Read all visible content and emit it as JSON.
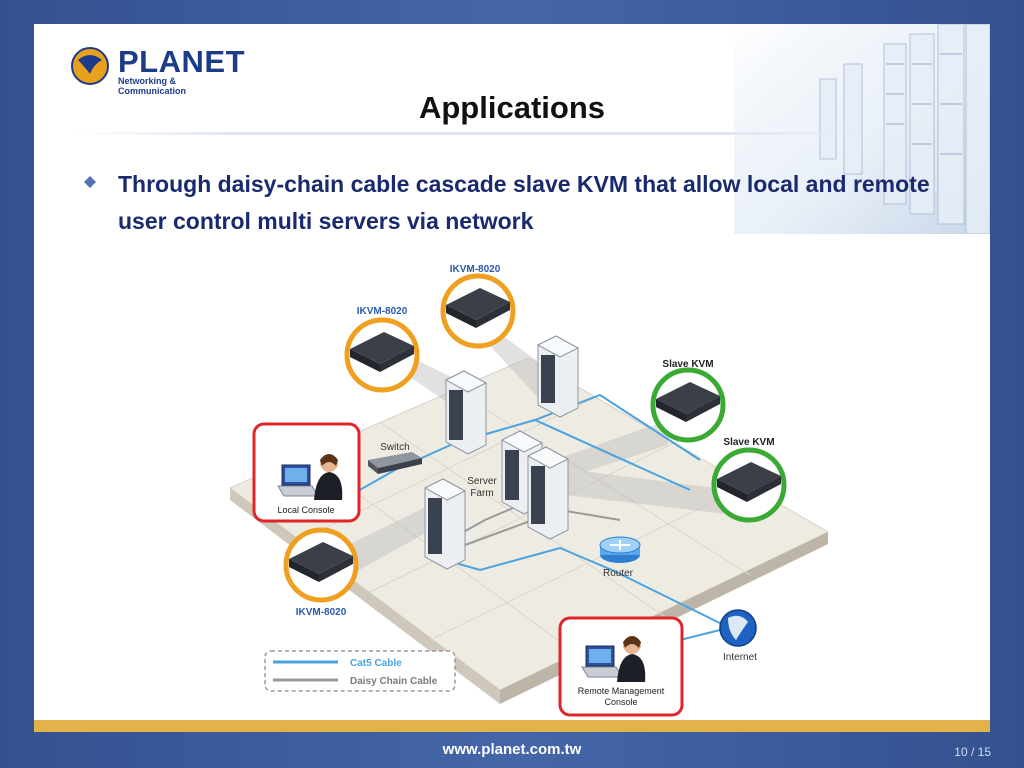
{
  "logo": {
    "name": "PLANET",
    "tagline": "Networking & Communication"
  },
  "title": "Applications",
  "bullet_text": "Through daisy-chain cable cascade slave KVM that allow local and remote user control multi servers via network",
  "diagram": {
    "ikvm_top": "IKVM-8020",
    "ikvm_left": "IKVM-8020",
    "ikvm_bottom": "IKVM-8020",
    "slave_kvm_1": "Slave KVM",
    "slave_kvm_2": "Slave KVM",
    "switch": "Switch",
    "server_farm_line1": "Server",
    "server_farm_line2": "Farm",
    "local_console": "Local Console",
    "router": "Router",
    "internet": "Internet",
    "remote_line1": "Remote Management",
    "remote_line2": "Console",
    "legend_cat5": "Cat5 Cable",
    "legend_daisy": "Daisy Chain Cable"
  },
  "footer": {
    "url": "www.planet.com.tw",
    "page": "10 / 15"
  },
  "colors": {
    "background": "#34518f",
    "accent_bar": "#e3b24a",
    "title_text": "#1a2a6e",
    "ikvm_ring": "#f0a020",
    "slave_ring": "#3aaa35",
    "console_frame": "#e0242a",
    "cat5": "#4aa3e0",
    "daisy": "#9a9a9a"
  }
}
